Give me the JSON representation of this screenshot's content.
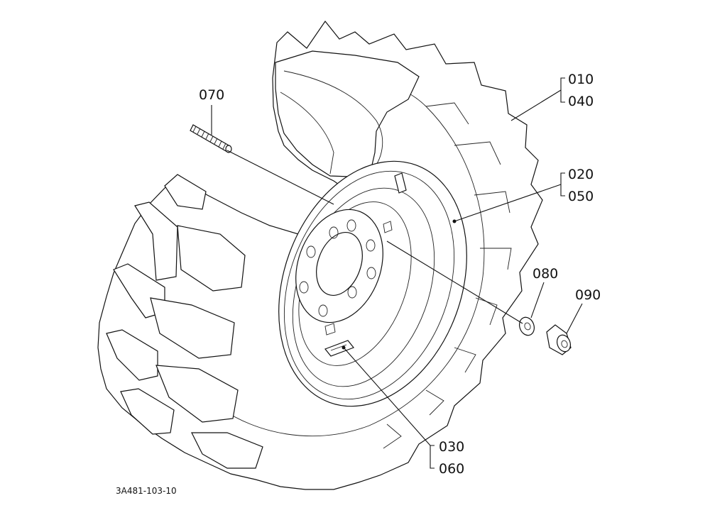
{
  "callouts": {
    "c010": "010",
    "c040": "040",
    "c020": "020",
    "c050": "050",
    "c070": "070",
    "c080": "080",
    "c090": "090",
    "c030": "030",
    "c060": "060"
  },
  "drawing_code": "3A481-103-10"
}
